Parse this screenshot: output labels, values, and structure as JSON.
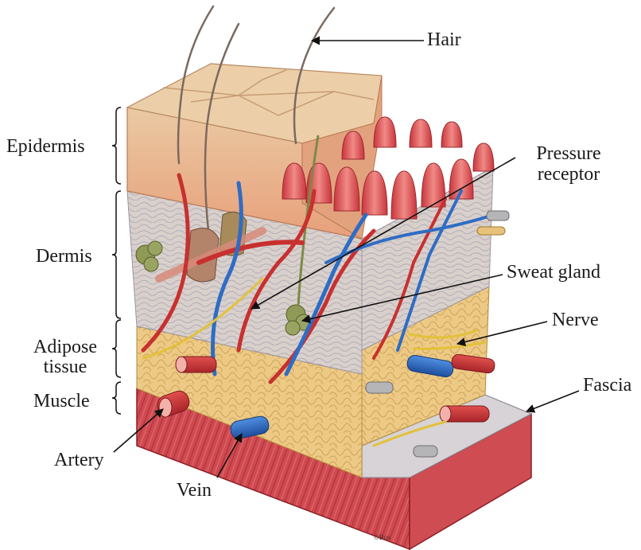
{
  "figure": {
    "labels": {
      "hair": "Hair",
      "epidermis": "Epidermis",
      "dermis": "Dermis",
      "adipose_line1": "Adipose",
      "adipose_line2": "tissue",
      "muscle": "Muscle",
      "pressure_line1": "Pressure",
      "pressure_line2": "receptor",
      "sweat_gland": "Sweat gland",
      "nerve": "Nerve",
      "fascia": "Fascia",
      "artery": "Artery",
      "vein": "Vein",
      "signature": "©Ros"
    },
    "colors": {
      "epidermis": "#e6b48a",
      "dermis": "#c9b9b0",
      "adipose": "#e8c27a",
      "muscle": "#c9424a",
      "artery": "#cc2e2e",
      "vein": "#2f6cc4",
      "nerve": "#e3c13a",
      "papilla": "#e0666a"
    }
  }
}
